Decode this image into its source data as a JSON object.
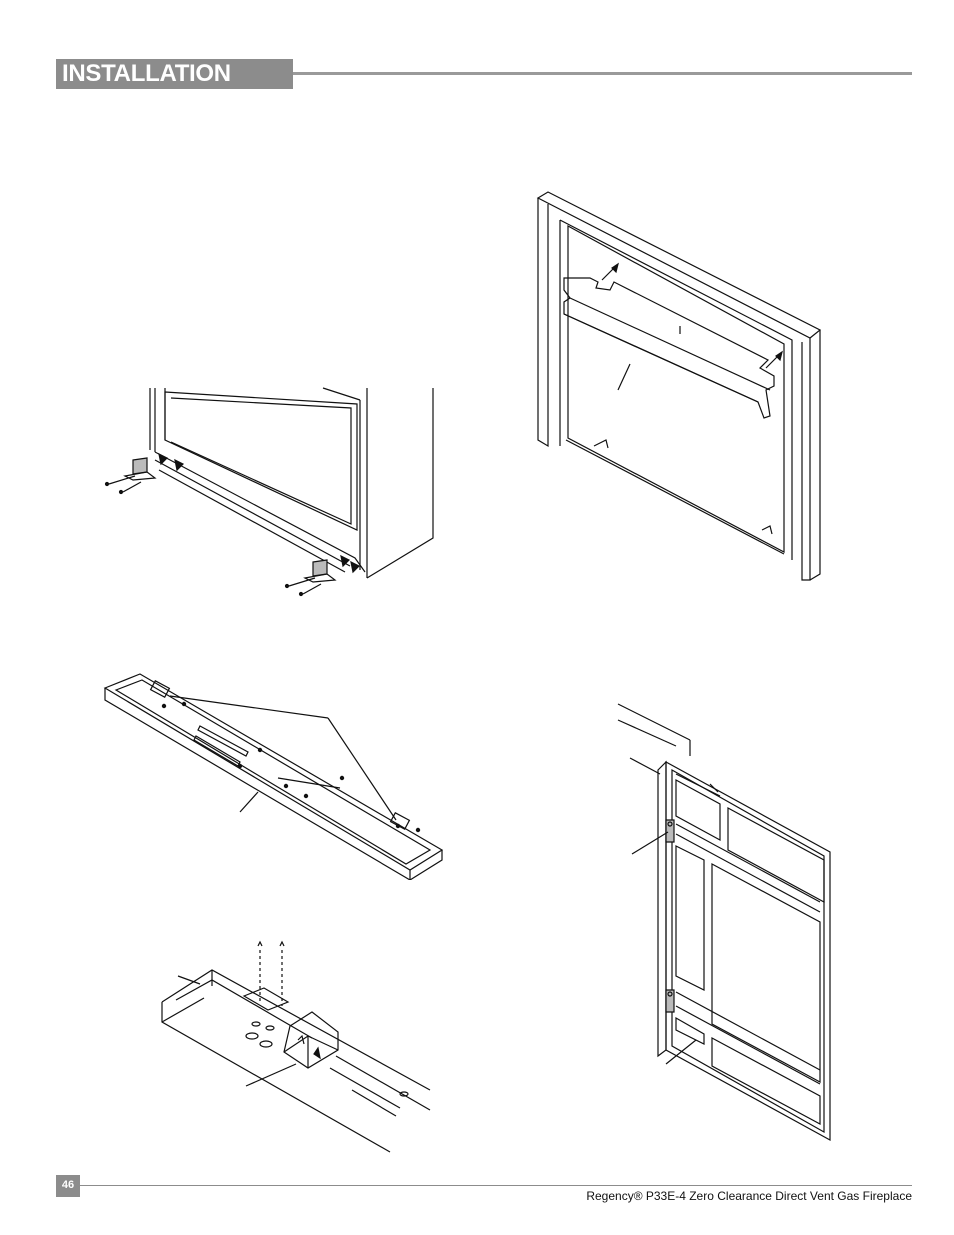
{
  "header": {
    "title": "INSTALLATION"
  },
  "footer": {
    "page_number": "46",
    "text": "Regency® P33E-4 Zero Clearance Direct Vent Gas Fireplace"
  },
  "colors": {
    "header_bar": "#8c8c8c",
    "rule": "#9a9a9a",
    "line_art": "#111111"
  }
}
